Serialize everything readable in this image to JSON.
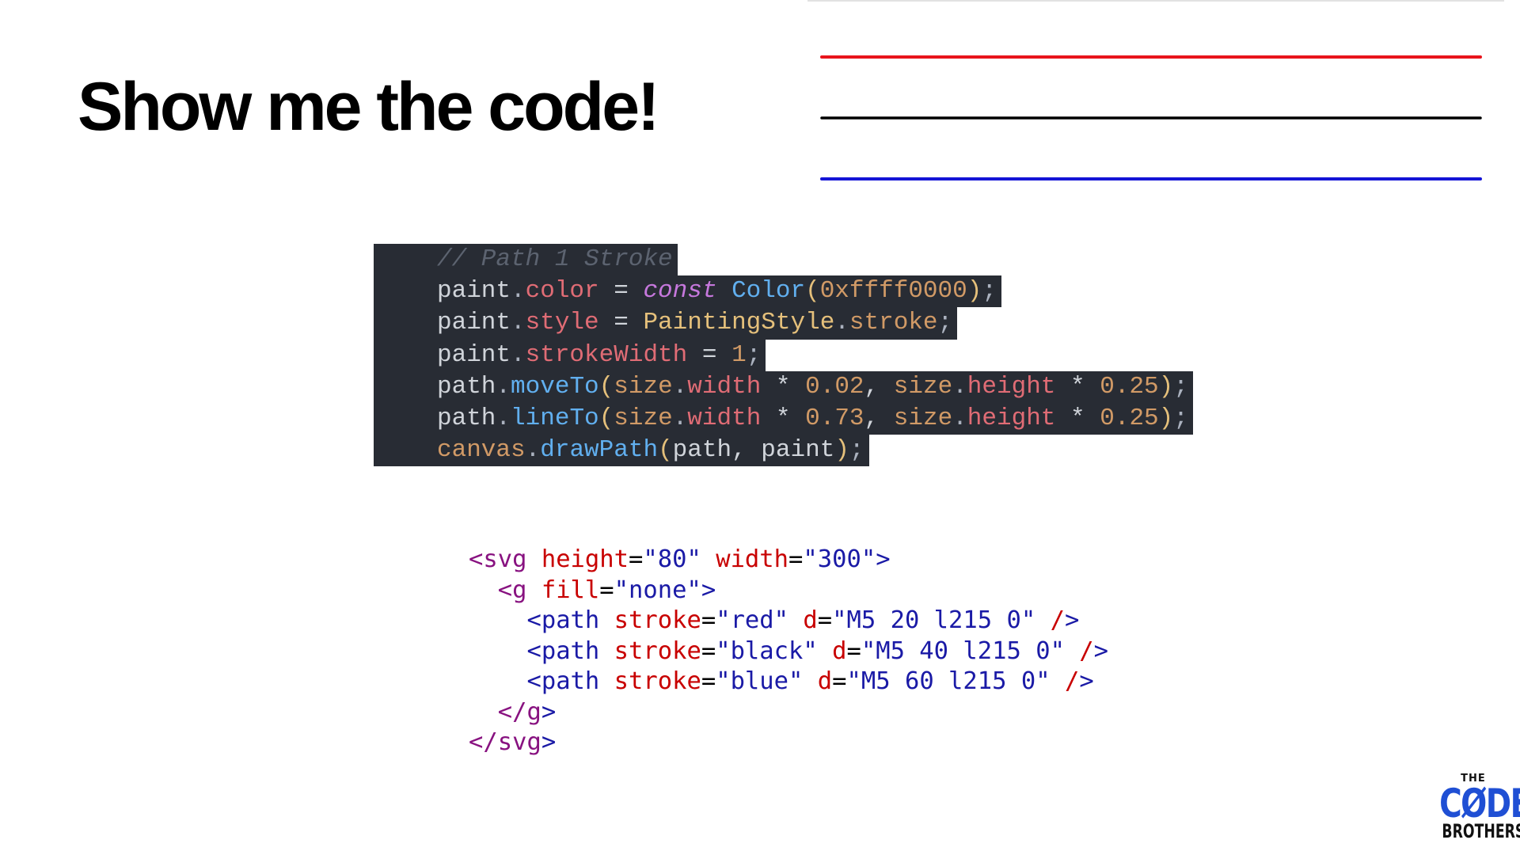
{
  "slide": {
    "title": "Show me the code!"
  },
  "preview": {
    "line_colors": [
      "#e8141c",
      "#000000",
      "#1414d6"
    ]
  },
  "dart_code": [
    [
      {
        "t": "// Path 1 Stroke",
        "c": "comment"
      }
    ],
    [
      {
        "t": "paint",
        "c": "plain"
      },
      {
        "t": ".",
        "c": "punct"
      },
      {
        "t": "color",
        "c": "prop"
      },
      {
        "t": " = ",
        "c": "plain"
      },
      {
        "t": "const",
        "c": "keyword"
      },
      {
        "t": " ",
        "c": "plain"
      },
      {
        "t": "Color",
        "c": "func"
      },
      {
        "t": "(",
        "c": "paren"
      },
      {
        "t": "0xffff0000",
        "c": "num"
      },
      {
        "t": ")",
        "c": "paren"
      },
      {
        "t": ";",
        "c": "punct"
      }
    ],
    [
      {
        "t": "paint",
        "c": "plain"
      },
      {
        "t": ".",
        "c": "punct"
      },
      {
        "t": "style",
        "c": "prop"
      },
      {
        "t": " = ",
        "c": "plain"
      },
      {
        "t": "PaintingStyle",
        "c": "class"
      },
      {
        "t": ".",
        "c": "punct"
      },
      {
        "t": "stroke",
        "c": "num"
      },
      {
        "t": ";",
        "c": "punct"
      }
    ],
    [
      {
        "t": "paint",
        "c": "plain"
      },
      {
        "t": ".",
        "c": "punct"
      },
      {
        "t": "strokeWidth",
        "c": "prop"
      },
      {
        "t": " = ",
        "c": "plain"
      },
      {
        "t": "1",
        "c": "num"
      },
      {
        "t": ";",
        "c": "punct"
      }
    ],
    [
      {
        "t": "path",
        "c": "plain"
      },
      {
        "t": ".",
        "c": "punct"
      },
      {
        "t": "moveTo",
        "c": "func"
      },
      {
        "t": "(",
        "c": "paren"
      },
      {
        "t": "size",
        "c": "num"
      },
      {
        "t": ".",
        "c": "punct"
      },
      {
        "t": "width",
        "c": "prop"
      },
      {
        "t": " * ",
        "c": "plain"
      },
      {
        "t": "0.02",
        "c": "num"
      },
      {
        "t": ", ",
        "c": "plain"
      },
      {
        "t": "size",
        "c": "num"
      },
      {
        "t": ".",
        "c": "punct"
      },
      {
        "t": "height",
        "c": "prop"
      },
      {
        "t": " * ",
        "c": "plain"
      },
      {
        "t": "0.25",
        "c": "num"
      },
      {
        "t": ")",
        "c": "paren"
      },
      {
        "t": ";",
        "c": "punct"
      }
    ],
    [
      {
        "t": "path",
        "c": "plain"
      },
      {
        "t": ".",
        "c": "punct"
      },
      {
        "t": "lineTo",
        "c": "func"
      },
      {
        "t": "(",
        "c": "paren"
      },
      {
        "t": "size",
        "c": "num"
      },
      {
        "t": ".",
        "c": "punct"
      },
      {
        "t": "width",
        "c": "prop"
      },
      {
        "t": " * ",
        "c": "plain"
      },
      {
        "t": "0.73",
        "c": "num"
      },
      {
        "t": ", ",
        "c": "plain"
      },
      {
        "t": "size",
        "c": "num"
      },
      {
        "t": ".",
        "c": "punct"
      },
      {
        "t": "height",
        "c": "prop"
      },
      {
        "t": " * ",
        "c": "plain"
      },
      {
        "t": "0.25",
        "c": "num"
      },
      {
        "t": ")",
        "c": "paren"
      },
      {
        "t": ";",
        "c": "punct"
      }
    ],
    [
      {
        "t": "canvas",
        "c": "num"
      },
      {
        "t": ".",
        "c": "punct"
      },
      {
        "t": "drawPath",
        "c": "func"
      },
      {
        "t": "(",
        "c": "paren"
      },
      {
        "t": "path, paint",
        "c": "plain"
      },
      {
        "t": ")",
        "c": "paren"
      },
      {
        "t": ";",
        "c": "punct"
      }
    ]
  ],
  "svg_code": [
    [
      {
        "t": "<",
        "c": "bracket"
      },
      {
        "t": "svg",
        "c": "tag"
      },
      {
        "t": " height",
        "c": "attr"
      },
      {
        "t": "=",
        "c": "eq"
      },
      {
        "t": "\"80\"",
        "c": "val"
      },
      {
        "t": " width",
        "c": "attr"
      },
      {
        "t": "=",
        "c": "eq"
      },
      {
        "t": "\"300\"",
        "c": "val"
      },
      {
        "t": ">",
        "c": "close"
      }
    ],
    [
      {
        "t": "  <",
        "c": "bracket"
      },
      {
        "t": "g",
        "c": "tag"
      },
      {
        "t": " fill",
        "c": "attr"
      },
      {
        "t": "=",
        "c": "eq"
      },
      {
        "t": "\"none\"",
        "c": "val"
      },
      {
        "t": ">",
        "c": "close"
      }
    ],
    [
      {
        "t": "    <",
        "c": "close"
      },
      {
        "t": "path",
        "c": "close"
      },
      {
        "t": " stroke",
        "c": "attr"
      },
      {
        "t": "=",
        "c": "eq"
      },
      {
        "t": "\"red\"",
        "c": "val"
      },
      {
        "t": " d",
        "c": "attr"
      },
      {
        "t": "=",
        "c": "eq"
      },
      {
        "t": "\"M5 20 l215 0\"",
        "c": "val"
      },
      {
        "t": " /",
        "c": "slash"
      },
      {
        "t": ">",
        "c": "close"
      }
    ],
    [
      {
        "t": "    <",
        "c": "close"
      },
      {
        "t": "path",
        "c": "close"
      },
      {
        "t": " stroke",
        "c": "attr"
      },
      {
        "t": "=",
        "c": "eq"
      },
      {
        "t": "\"black\"",
        "c": "val"
      },
      {
        "t": " d",
        "c": "attr"
      },
      {
        "t": "=",
        "c": "eq"
      },
      {
        "t": "\"M5 40 l215 0\"",
        "c": "val"
      },
      {
        "t": " /",
        "c": "slash"
      },
      {
        "t": ">",
        "c": "close"
      }
    ],
    [
      {
        "t": "    <",
        "c": "close"
      },
      {
        "t": "path",
        "c": "close"
      },
      {
        "t": " stroke",
        "c": "attr"
      },
      {
        "t": "=",
        "c": "eq"
      },
      {
        "t": "\"blue\"",
        "c": "val"
      },
      {
        "t": " d",
        "c": "attr"
      },
      {
        "t": "=",
        "c": "eq"
      },
      {
        "t": "\"M5 60 l215 0\"",
        "c": "val"
      },
      {
        "t": " /",
        "c": "slash"
      },
      {
        "t": ">",
        "c": "close"
      }
    ],
    [
      {
        "t": "  </",
        "c": "bracket"
      },
      {
        "t": "g",
        "c": "tag"
      },
      {
        "t": ">",
        "c": "close"
      }
    ],
    [
      {
        "t": "</",
        "c": "bracket"
      },
      {
        "t": "svg",
        "c": "tag"
      },
      {
        "t": ">",
        "c": "close"
      }
    ]
  ],
  "logo": {
    "the": "THE",
    "code": "CØDE",
    "brothers": "BROTHERS"
  }
}
